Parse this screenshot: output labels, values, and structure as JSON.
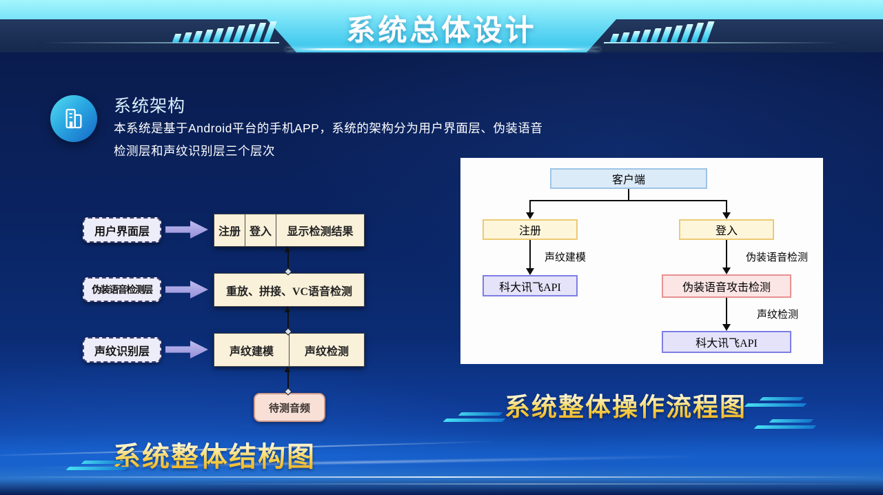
{
  "header": {
    "title": "系统总体设计"
  },
  "section": {
    "heading": "系统架构",
    "body_line1": "本系统是基于Android平台的手机APP，系统的架构分为用户界面层、伪装语音",
    "body_line2": "检测层和声纹识别层三个层次"
  },
  "structure_diagram": {
    "caption": "系统整体结构图",
    "layers": [
      {
        "label": "用户界面层"
      },
      {
        "label": "伪装语音检测层"
      },
      {
        "label": "声纹识别层"
      }
    ],
    "ui_row_cells": [
      "注册",
      "登入",
      "显示检测结果"
    ],
    "detect_row": "重放、拼接、VC语音检测",
    "voiceprint_row_cells": [
      "声纹建模",
      "声纹检测"
    ],
    "audio_box": "待测音频"
  },
  "flow_diagram": {
    "caption": "系统整体操作流程图",
    "client": "客户端",
    "register": "注册",
    "login": "登入",
    "register_edge_label": "声纹建模",
    "login_edge_label": "伪装语音检测",
    "iflytek_left": "科大讯飞API",
    "attack_detect": "伪装语音攻击检测",
    "attack_edge_label": "声纹检测",
    "iflytek_right": "科大讯飞API"
  },
  "colors": {
    "header_accent": "#6fdef6",
    "header_dark_side": "#1a2c52",
    "slide_bg": "#0a2360",
    "gold_title": "#f2c232",
    "heading_text": "#d8effc",
    "client_fill": "#dcebf8",
    "client_border": "#9dc3e6",
    "action_fill": "#fef6db",
    "action_border": "#ecca74",
    "api_fill": "#e4e3fa",
    "api_border": "#7e7ee4",
    "attack_fill": "#fce5e5",
    "attack_border": "#e89090",
    "layer_box_fill": "#edecf9",
    "cream_box_fill": "#faf1da",
    "audio_box_fill": "#f8e0d6",
    "block_arrow_fill": "#a8a4e0"
  },
  "icons": {
    "badge": "building-icon"
  }
}
